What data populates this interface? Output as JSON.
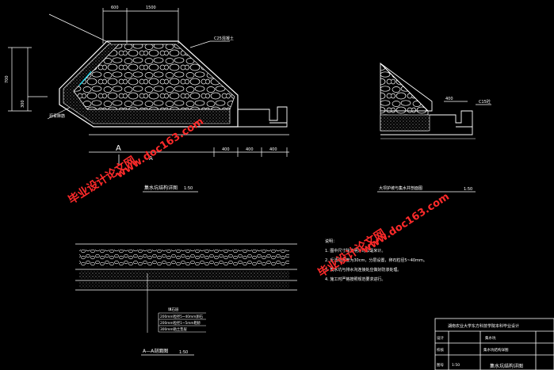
{
  "colors": {
    "background": "#000000",
    "lines": "#ffffff",
    "watermark": "#ff2a2a",
    "accent_cyan": "#00e5ff",
    "accent_magenta": "#ff40ff"
  },
  "dimensions": {
    "top_a": "600",
    "top_b": "1500",
    "left_a": "700",
    "left_b": "300",
    "bottom_a": "400",
    "bottom_b": "400",
    "bottom_c": "400"
  },
  "labels": {
    "callout_top": "C25混凝土",
    "callout_left": "沥青麻筋",
    "callout_right_a": "400",
    "callout_right_b": "C15砼",
    "section_marker": "A",
    "section_marker_2": "A",
    "main_view_title": "集水坑结构详图",
    "main_view_scale": "1:50",
    "right_view_title": "大坝护坡与集水井剖面图",
    "right_view_scale": "1:50",
    "section_view_title": "A—A剖面图",
    "section_view_scale": "1:50",
    "layer_label": "填石层",
    "layer_1": "200mm粒径5~40mm卵石",
    "layer_2": "200mm粒径1~5mm粗砂",
    "layer_3": "300mm粘土垫层"
  },
  "notes": [
    "说明：",
    "1. 图中尺寸除注明外均以毫米计。",
    "2. 反滤层厚度为30cm，分层设置，卵石粒径5~40mm。",
    "3. 集水坑与排水沟连接处应做好防渗处理。",
    "4. 施工时严格按照规范要求进行。"
  ],
  "title_block": {
    "project": "湖南农业大学东方科技学院本科毕业设计",
    "row2_label": "设计",
    "row2_value": "集水坑",
    "row3_label": "校核",
    "row3_value": "集水坑结构详图",
    "row4_label": "图号",
    "row4_value": "1:50",
    "drawing_name": "集水坑结构详图"
  },
  "watermarks": [
    "毕业设计论文网",
    "www.doc163.com",
    "毕业设计论文网",
    "www.doc163.com"
  ]
}
